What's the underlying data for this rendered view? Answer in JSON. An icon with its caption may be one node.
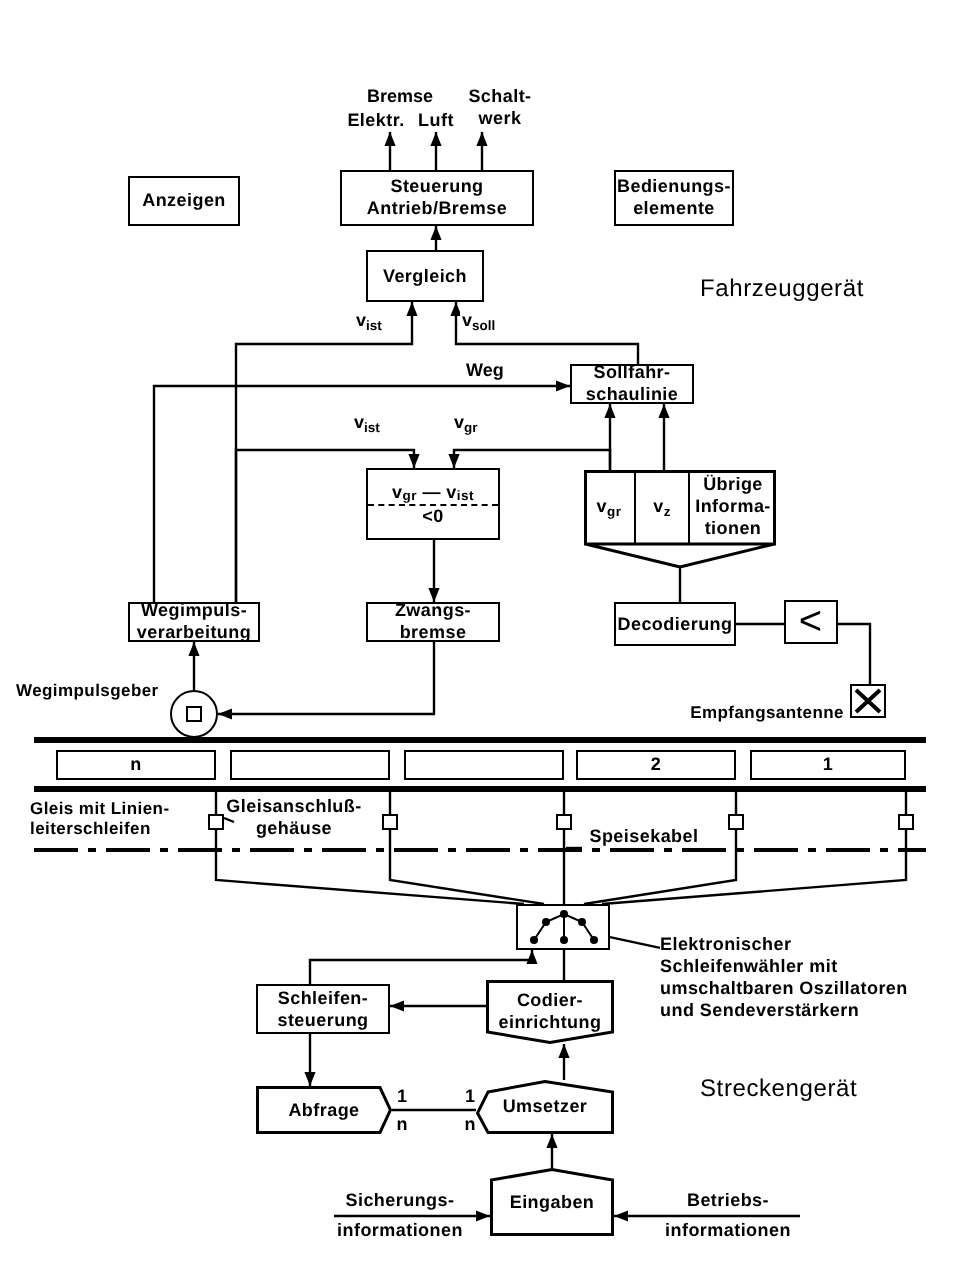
{
  "diagram": {
    "nodes": [
      {
        "text": [
          "Elektr."
        ]
      },
      {
        "text": [
          "Luft"
        ]
      },
      {
        "text": [
          "Schalt- werk"
        ]
      },
      {
        "text": [
          "Anzeigen"
        ]
      },
      {
        "text": [
          "Steuerung Antrieb/Bremse"
        ]
      },
      {
        "text": [
          "Bedienungs- elemente"
        ]
      },
      {
        "text": [
          "Vergleich"
        ]
      },
      {
        "text": [
          "Sollfahr- schaulinie"
        ]
      },
      {
        "text": [
          "v$_{gr}$ — v$_{ist}$",
          "<0"
        ]
      },
      {
        "text": [],
        "shape": "box"
      },
      {
        "text": [
          "v$_{gr}$"
        ],
        "in": 9
      },
      {
        "text": [
          "v$_{z}$"
        ],
        "in": 9
      },
      {
        "text": [
          "Übrige Informa- tionen"
        ],
        "in": 9
      },
      {
        "text": [
          "Wegimpuls- verarbeitung"
        ]
      },
      {
        "text": [
          "Zwangs- bremse"
        ]
      },
      {
        "text": [
          "Decodierung"
        ]
      },
      {
        "text": [
          "<"
        ]
      },
      {
        "text": [],
        "shape": "box",
        "beside": [
          "Empfangsantenne"
        ]
      },
      {
        "text": [],
        "shape": "circle",
        "beside": [
          "Wegimpulsgeber"
        ]
      },
      {
        "text": [
          "n"
        ]
      },
      {
        "text": [],
        "shape": "box"
      },
      {
        "text": [],
        "shape": "box"
      },
      {
        "text": [
          "2"
        ]
      },
      {
        "text": [
          "1"
        ]
      },
      {
        "text": [],
        "shape": "box"
      },
      {
        "text": [],
        "shape": "box"
      },
      {
        "text": [],
        "shape": "box"
      },
      {
        "text": [],
        "shape": "box"
      },
      {
        "text": [],
        "shape": "box"
      },
      {
        "text": [
          "Gleisanschluß- gehäuse"
        ]
      },
      {
        "text": [
          "Speisekabel"
        ]
      },
      {
        "text": [],
        "shape": "box"
      },
      {
        "text": [
          "Elektronischer Schleifenwähler mit umschaltbaren Oszillatoren und Sendeverstärkern"
        ]
      },
      {
        "text": [
          "Schleifen- steuerung"
        ]
      },
      {
        "text": [
          "Codier- einrichtung"
        ]
      },
      {
        "text": [
          "Abfrage"
        ]
      },
      {
        "text": [
          "Umsetzer"
        ]
      },
      {
        "text": [
          "Sicherungs- informationen"
        ]
      },
      {
        "text": [
          "Eingaben"
        ]
      },
      {
        "text": [
          "Betriebs- informationen"
        ]
      },
      {
        "text": [],
        "shape": "bar"
      }
    ],
    "edges": [
      {
        "from": 4,
        "to": 0,
        "arrow": "to"
      },
      {
        "from": 4,
        "to": 1,
        "arrow": "to"
      },
      {
        "from": 4,
        "to": 2,
        "arrow": "to"
      },
      {
        "from": 6,
        "to": 4,
        "arrow": "to"
      },
      {
        "from": 13,
        "to": 6,
        "arrow": "to",
        "label": "v$_{ist}$"
      },
      {
        "from": 7,
        "to": 6,
        "arrow": "to",
        "label": "v$_{soll}$"
      },
      {
        "from": 13,
        "to": 7,
        "arrow": "to",
        "label": "Weg"
      },
      {
        "from": 13,
        "to": 8,
        "arrow": "to",
        "label": "v$_{ist}$"
      },
      {
        "from": 10,
        "to": 8,
        "arrow": "to",
        "label": "v$_{gr}$"
      },
      {
        "from": 10,
        "to": 7,
        "arrow": "to"
      },
      {
        "from": 11,
        "to": 7,
        "arrow": "to"
      },
      {
        "from": 8,
        "to": 14,
        "arrow": "to"
      },
      {
        "from": 15,
        "to": 9,
        "arrow": "none"
      },
      {
        "from": 16,
        "to": 15,
        "arrow": "none"
      },
      {
        "from": 17,
        "to": 16,
        "arrow": "none"
      },
      {
        "from": 14,
        "to": 18,
        "arrow": "to"
      },
      {
        "from": 18,
        "to": 13,
        "arrow": "to"
      },
      {
        "from": 24,
        "to": 31,
        "arrow": "none"
      },
      {
        "from": 25,
        "to": 31,
        "arrow": "none"
      },
      {
        "from": 26,
        "to": 31,
        "arrow": "none"
      },
      {
        "from": 27,
        "to": 31,
        "arrow": "none"
      },
      {
        "from": 28,
        "to": 31,
        "arrow": "none"
      },
      {
        "from": 29,
        "to": 24,
        "arrow": "none"
      },
      {
        "from": 30,
        "to": null,
        "arrow": "none"
      },
      {
        "from": 32,
        "to": 31,
        "arrow": "none"
      },
      {
        "from": 33,
        "to": 31,
        "arrow": "to"
      },
      {
        "from": 34,
        "to": 31,
        "arrow": "none"
      },
      {
        "from": 34,
        "to": 33,
        "arrow": "to"
      },
      {
        "from": 33,
        "to": 35,
        "arrow": "to"
      },
      {
        "from": 35,
        "to": 36,
        "arrow": "none"
      },
      {
        "from": 36,
        "to": 34,
        "arrow": "to"
      },
      {
        "from": 38,
        "to": 36,
        "arrow": "to"
      },
      {
        "from": 37,
        "to": 38,
        "arrow": "to"
      },
      {
        "from": 39,
        "to": 38,
        "arrow": "to"
      },
      {
        "from": 40,
        "to": 24,
        "arrow": "none"
      },
      {
        "from": 40,
        "to": 25,
        "arrow": "none"
      },
      {
        "from": 40,
        "to": 26,
        "arrow": "none"
      },
      {
        "from": 40,
        "to": 27,
        "arrow": "none"
      },
      {
        "from": 40,
        "to": 28,
        "arrow": "none"
      }
    ],
    "labels": [
      "Bremse",
      "Fahrzeuggerät",
      "Gleis mit Linien- leiterschleifen",
      "Streckengerät",
      "1",
      "n",
      "1",
      "n"
    ]
  }
}
